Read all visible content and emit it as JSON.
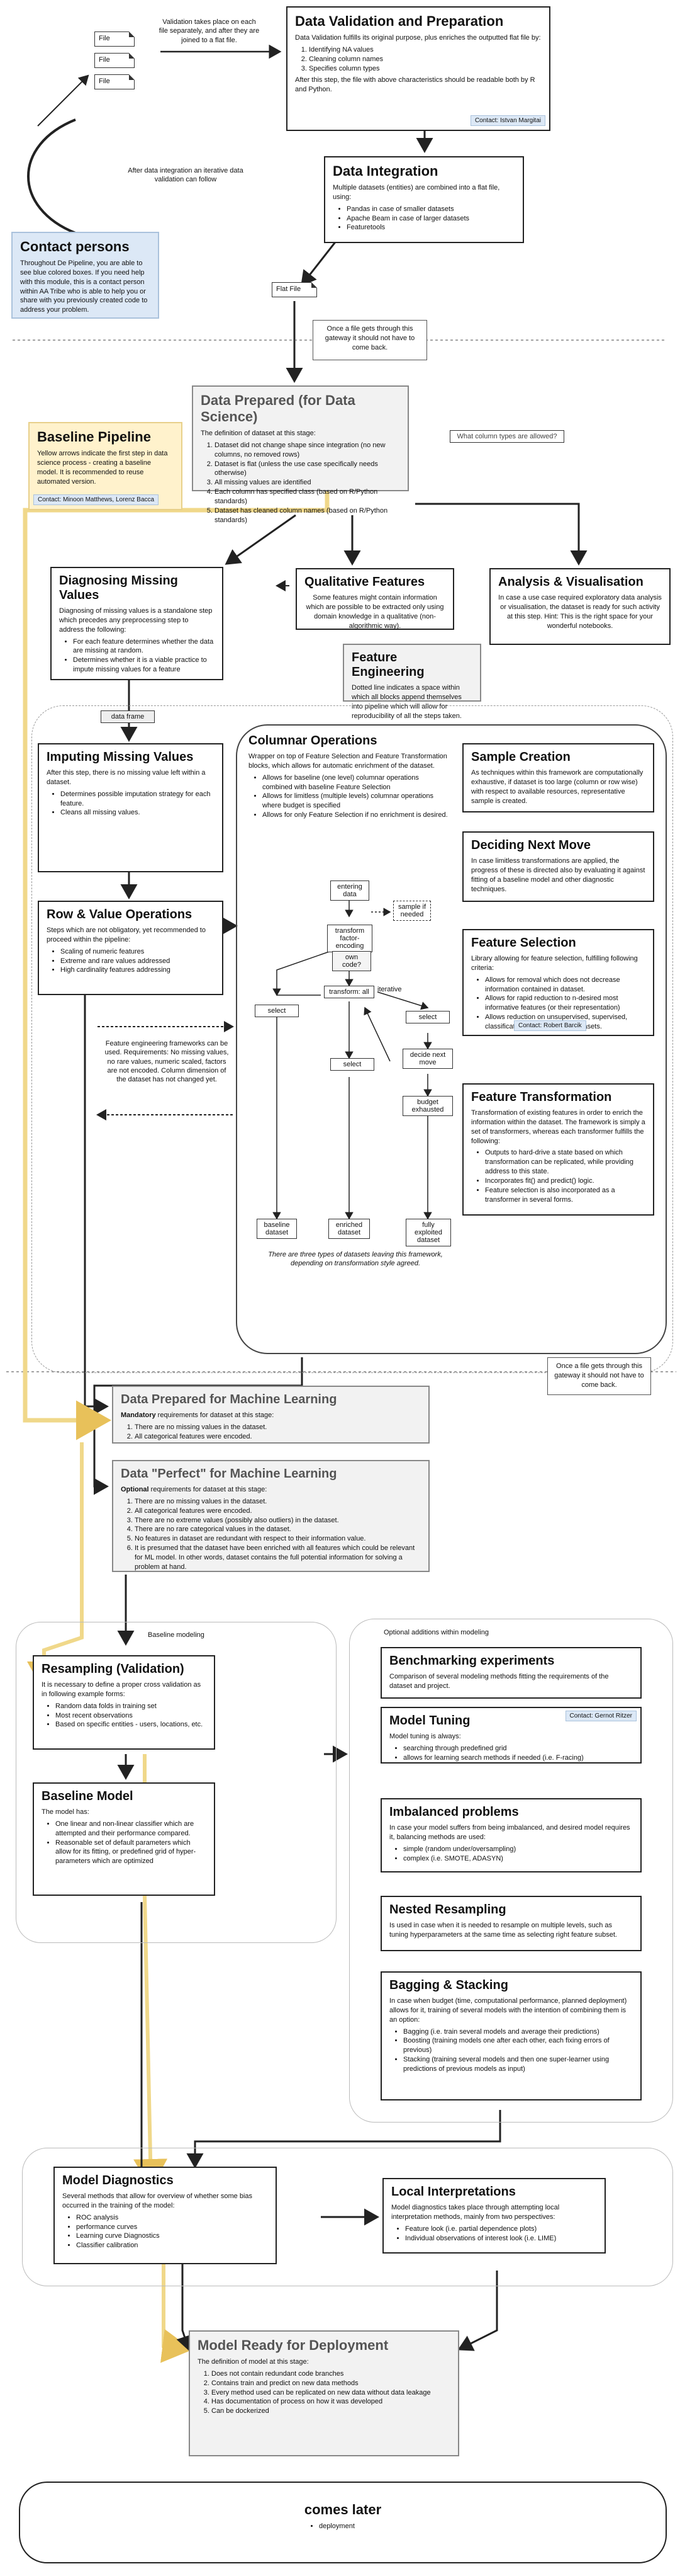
{
  "files": {
    "file_a": "File",
    "file_b": "File",
    "file_c": "File",
    "flat_file": "Flat File",
    "note_top": "Validation takes place on each file separately, and after they are joined to a flat file.",
    "note_iterative": "After data integration an iterative data validation can follow"
  },
  "validation": {
    "title": "Data Validation and Preparation",
    "intro": "Data Validation fulfills its original purpose, plus enriches the outputted flat file by:",
    "items": [
      "Identifying NA values",
      "Cleaning column names",
      "Specifies column types"
    ],
    "outro": "After this step, the file with above characteristics should be readable both by R and Python.",
    "contact": "Contact: Istvan Margitai"
  },
  "integration": {
    "title": "Data Integration",
    "intro": "Multiple datasets (entities) are combined into a flat file, using:",
    "items": [
      "Pandas in case of smaller datasets",
      "Apache Beam in case of larger datasets",
      "Featuretools"
    ]
  },
  "contacts": {
    "title": "Contact persons",
    "text": "Throughout De Pipeline, you are able to see blue colored boxes. If you need help with this module, this is a contact person within AA Tribe who is able to help you or share with you previously created code to address your problem."
  },
  "gateway": {
    "note1": "Once a file gets through this gateway it should not have to come back.",
    "note2": "Once a file gets through this gateway it should not have to come back."
  },
  "prepared_ds": {
    "title": "Data Prepared (for Data Science)",
    "intro": "The definition of dataset at this stage:",
    "items": [
      "Dataset did not change shape since integration (no new columns, no removed rows)",
      "Dataset is flat (unless the use case specifically needs otherwise)",
      "All missing values are identified",
      "Each column has specified class (based on R/Python standards)",
      "Dataset has cleaned column names (based on R/Python standards)"
    ],
    "question": "What column types are allowed?"
  },
  "baseline_pipeline": {
    "title": "Baseline Pipeline",
    "text": "Yellow arrows indicate the first step in data science process - creating a baseline model. It is recommended to reuse automated version.",
    "contact": "Contact: Minoon Matthews, Lorenz Bacca"
  },
  "diagnosing": {
    "title": "Diagnosing Missing Values",
    "intro": "Diagnosing of missing values is a standalone step which precedes any preprocessing step to address the following:",
    "items": [
      "For each feature determines whether the data are missing at random.",
      "Determines whether it is a viable practice to impute missing values for a feature"
    ]
  },
  "qualitative": {
    "title": "Qualitative Features",
    "text": "Some features might contain information which are possible to be extracted only using domain knowledge in a qualitative (non-algorithmic way)."
  },
  "analysis": {
    "title": "Analysis & Visualisation",
    "text": "In case a use case required exploratory data analysis or visualisation, the dataset is ready for such activity at this step. Hint: This is the right space for your wonderful notebooks."
  },
  "feature_eng": {
    "title": "Feature Engineering",
    "text": "Dotted line indicates a space within which all blocks append themselves into pipeline which will allow for reproducibility of all the steps taken."
  },
  "data_frame": "data frame",
  "imputing": {
    "title": "Imputing Missing Values",
    "intro": "After this step, there is no missing value left within a dataset.",
    "items": [
      "Determines possible imputation strategy for each feature.",
      "Cleans all missing values."
    ]
  },
  "row_value": {
    "title": "Row & Value Operations",
    "intro": "Steps which are not obligatory, yet recommended to proceed within the pipeline:",
    "items": [
      "Scaling of numeric features",
      "Extreme and rare values addressed",
      "High cardinality features addressing"
    ]
  },
  "fe_frameworks": "Feature engineering frameworks can be used. Requirements: No missing values, no rare values, numeric scaled, factors are not encoded. Column dimension of the dataset has not changed yet.",
  "columnar": {
    "title": "Columnar Operations",
    "intro": "Wrapper on top of Feature Selection and Feature Transformation blocks, which allows for automatic enrichment of the dataset.",
    "items": [
      "Allows for baseline (one level) columnar operations combined with baseline Feature Selection",
      "Allows for limitless (multiple levels) columnar operations where budget is specified",
      "Allows for only Feature Selection if no enrichment is desired."
    ]
  },
  "flow": {
    "entering": "entering data",
    "sample": "sample if needed",
    "transform_factor": "transform factor-encoding",
    "own_code": "own code?",
    "transform_all": "transform: all",
    "select_a": "select",
    "select_b": "select",
    "select_c": "select",
    "iterative": "iterative",
    "decide": "decide next move",
    "budget": "budget exhausted",
    "out_baseline": "baseline dataset",
    "out_enriched": "enriched dataset",
    "out_fully": "fully exploited dataset",
    "caption": "There are three types of datasets leaving this framework, depending on transformation style agreed."
  },
  "sample_creation": {
    "title": "Sample Creation",
    "text": "As techniques within this framework are computationally exhaustive, if dataset is too large (column or row wise) with respect to available resources, representative sample is created."
  },
  "deciding": {
    "title": "Deciding Next Move",
    "text": "In case limitless transformations are applied, the progress of these is directed also by evaluating it against fitting of a baseline model and other diagnostic techniques."
  },
  "selection": {
    "title": "Feature Selection",
    "intro": "Library allowing for feature selection, fulfilling following criteria:",
    "items": [
      "Allows for removal which does not decrease information contained in dataset.",
      "Allows for rapid reduction to n-desired most informative features (or their representation)",
      "Allows reduction on unsupervised, supervised, classification and regression datasets."
    ],
    "contact": "Contact: Robert Barcik"
  },
  "transformation": {
    "title": "Feature Transformation",
    "intro": "Transformation of existing features in order to enrich the information within the dataset. The framework is simply a set of transformers, whereas each transformer fulfills the following:",
    "items": [
      "Outputs to hard-drive a state based on which transformation can be replicated, while providing address to this state.",
      "Incorporates fit() and predict() logic.",
      "Feature selection is also incorporated as a transformer in several forms."
    ]
  },
  "prepared_ml": {
    "title": "Data Prepared for Machine Learning",
    "lead": "Mandatory",
    "intro": " requirements for dataset at this stage:",
    "items": [
      "There are no missing values in the dataset.",
      "All categorical features were encoded."
    ]
  },
  "perfect_ml": {
    "title": "Data \"Perfect\" for Machine Learning",
    "lead": "Optional",
    "intro": " requirements for dataset at this stage:",
    "items": [
      "There are no missing values in the dataset.",
      "All categorical features were encoded.",
      "There are no extreme values (possibly also outliers) in the dataset.",
      "There are no rare categorical values in the dataset.",
      "No features in dataset are redundant with respect to their information value.",
      "It is presumed that the dataset have been enriched with all features which could be relevant for ML model. In other words, dataset contains the full potential information for solving a problem at hand."
    ]
  },
  "baseline_modeling": "Baseline modeling",
  "optional_modeling": "Optional additions within modeling",
  "resampling": {
    "title": "Resampling (Validation)",
    "intro": "It is necessary to define a proper cross validation as in following example forms:",
    "items": [
      "Random data folds in training set",
      "Most recent observations",
      "Based on specific entities - users, locations, etc."
    ]
  },
  "baseline_model": {
    "title": "Baseline Model",
    "intro": "The model has:",
    "items": [
      "One linear and non-linear classifier which are attempted and their performance compared.",
      "Reasonable set of default parameters which allow for its fitting, or predefined grid of hyper-parameters which are optimized"
    ]
  },
  "benchmarking": {
    "title": "Benchmarking experiments",
    "text": "Comparison of several modeling methods fitting the requirements of the dataset and project."
  },
  "tuning": {
    "title": "Model Tuning",
    "intro": "Model tuning is always:",
    "items": [
      "searching through predefined grid",
      "allows for learning search methods if needed (i.e. F-racing)"
    ],
    "contact": "Contact: Gernot Ritzer"
  },
  "imbalanced": {
    "title": "Imbalanced problems",
    "intro": "In case your model suffers from being imbalanced, and desired model requires it, balancing methods are used:",
    "items": [
      "simple (random under/oversampling)",
      "complex (i.e. SMOTE, ADASYN)"
    ]
  },
  "nested": {
    "title": "Nested Resampling",
    "text": "Is used in case when it is needed to resample on multiple levels, such as tuning hyperparameters at the same time as selecting right feature subset."
  },
  "bagging": {
    "title": "Bagging & Stacking",
    "intro": "In case when budget (time, computational performance, planned deployment) allows for it, training of several models with the intention of combining them is an option:",
    "items": [
      "Bagging (i.e. train several models and average their predictions)",
      "Boosting (training models one after each other, each fixing errors of previous)",
      "Stacking (training several models and then one super-learner using predictions of previous models as input)"
    ]
  },
  "diagnostics": {
    "title": "Model Diagnostics",
    "intro": "Several methods that allow for overview of whether some bias occurred in the training of the model:",
    "items": [
      "ROC analysis",
      "performance curves",
      "Learning curve Diagnostics",
      "Classifier calibration"
    ]
  },
  "interpretations": {
    "title": "Local Interpretations",
    "intro": "Model diagnostics takes place through attempting local interpretation methods, mainly from two perspectives:",
    "items": [
      "Feature look (i.e. partial dependence plots)",
      "Individual observations of interest look (i.e. LIME)"
    ]
  },
  "deployment": {
    "title": "Model Ready for Deployment",
    "intro": "The definition of model at this stage:",
    "items": [
      "Does not contain redundant code branches",
      "Contains train and predict on new data methods",
      "Every method used can be replicated on new data without data leakage",
      "Has documentation of process on how it was developed",
      "Can be dockerized"
    ]
  },
  "later": {
    "title": "comes later",
    "items": [
      "deployment"
    ]
  }
}
